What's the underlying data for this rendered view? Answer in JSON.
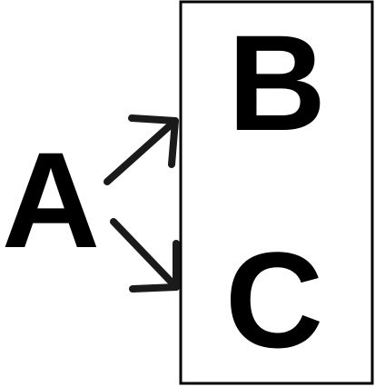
{
  "diagram": {
    "source_label": "A",
    "target_labels": [
      "B",
      "C"
    ],
    "edges": [
      {
        "from": "A",
        "to": "B"
      },
      {
        "from": "A",
        "to": "C"
      }
    ],
    "colors": {
      "text": "#000000",
      "arrow": "#1a1a1a",
      "box_border": "#000000",
      "background": "#ffffff"
    }
  }
}
